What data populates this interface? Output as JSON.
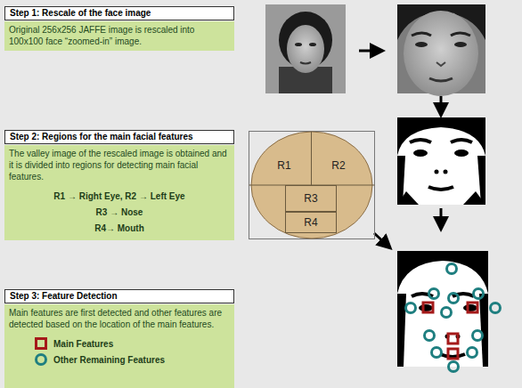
{
  "diagram": {
    "nodes": [
      {
        "text": [
          "Step 1: Rescale of the face image"
        ]
      },
      {
        "text": [
          "Original 256x256 JAFFE image is rescaled into 100x100 face “zoomed-in” image."
        ]
      },
      {
        "text": [
          "Step 2: Regions for the main facial features"
        ]
      },
      {
        "text": [
          "The valley image of the rescaled image is obtained and it is divided into regions for detecting main facial features.",
          "R1 → Right Eye, R2 → Left Eye",
          "R3 → Nose",
          "R4→ Mouth"
        ]
      },
      {
        "text": [
          "Step 3: Feature Detection"
        ]
      },
      {
        "text": [
          "Main features are first detected and other features are detected based on the location of the main features."
        ]
      },
      {
        "text": [
          "R1"
        ]
      },
      {
        "text": [
          "R2"
        ]
      },
      {
        "text": [
          "R3"
        ]
      },
      {
        "text": [
          "R4"
        ]
      }
    ],
    "legend": [
      {
        "text": "Main Features"
      },
      {
        "text": "Other Remaining Features"
      }
    ]
  }
}
